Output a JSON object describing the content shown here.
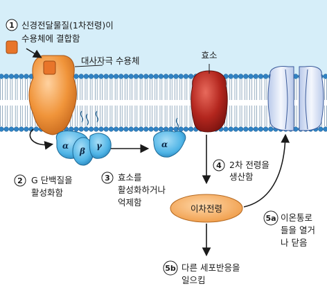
{
  "steps": {
    "s1": {
      "num": "1",
      "line1": "신경전달물질(1차전령)이",
      "line2": "수용체에 결합함"
    },
    "receptor": "대사자극 수용체",
    "enzyme": "효소",
    "s2": {
      "num": "2",
      "line1": "G 단백질을",
      "line2": "활성화함"
    },
    "s3": {
      "num": "3",
      "line1": "효소를",
      "line2": "활성화하거나",
      "line3": "억제함"
    },
    "s4": {
      "num": "4",
      "line1": "2차 전령을",
      "line2": "생산함"
    },
    "messenger": "이차전령",
    "s5a": {
      "num": "5a",
      "line1": "이온통로",
      "line2": "들을 열거",
      "line3": "나 닫음"
    },
    "s5b": {
      "num": "5b",
      "line1": "다른 세포반응을",
      "line2": "일으킴"
    }
  },
  "subunits": {
    "alpha": "α",
    "beta": "β",
    "gamma": "γ"
  },
  "colors": {
    "background": "#ffffff",
    "extracellular": "#d6eef9",
    "membrane_head": "#2f82c4",
    "receptor": "#f0943a",
    "neurotransmitter": "#e8752a",
    "g_protein": "#4fb4e6",
    "enzyme": "#b3261e",
    "ion_channel": "#dfe8f7",
    "messenger": "#f2a04c"
  }
}
